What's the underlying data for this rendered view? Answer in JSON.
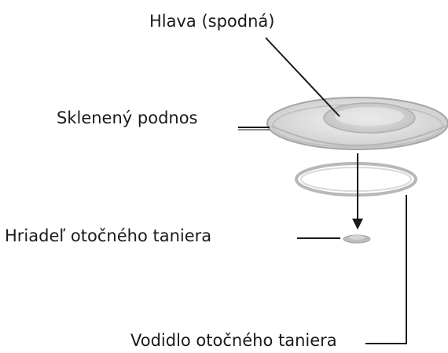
{
  "diagram": {
    "labels": {
      "head": "Hlava (spodná)",
      "glass_tray": "Sklenený podnos",
      "shaft": "Hriadeľ otočného taniera",
      "roller_guide": "Vodidlo otočného taniera"
    },
    "colors": {
      "stroke": "#1a1a1a",
      "part_outline": "#9a9a9a",
      "part_fill": "#dedede"
    }
  }
}
